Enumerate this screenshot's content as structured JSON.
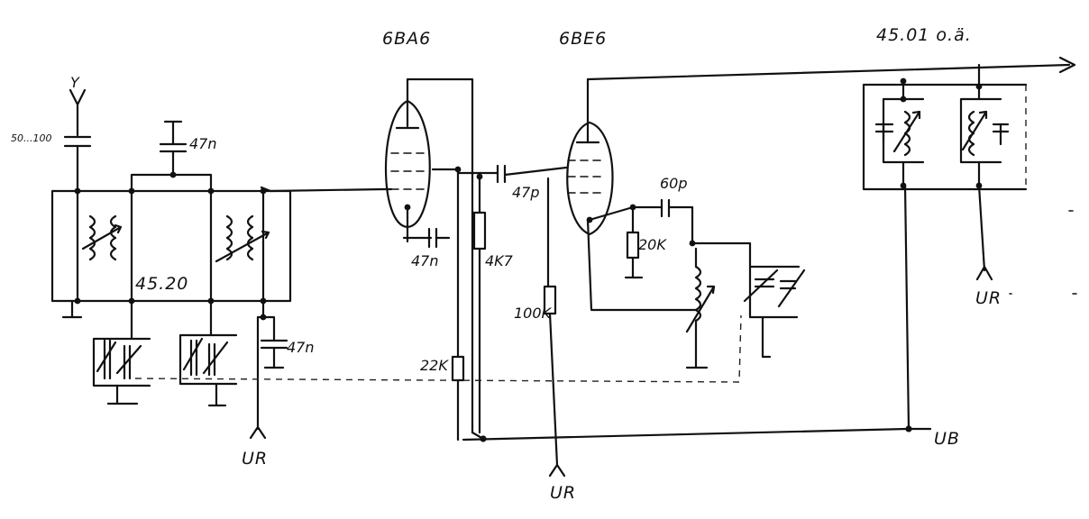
{
  "tubes": {
    "tube1": "6BA6",
    "tube2": "6BE6"
  },
  "filters": {
    "input_filter": "45.20",
    "output_filter": "45.01 o.ä."
  },
  "input": {
    "antenna": "Y",
    "impedance": "50...100"
  },
  "components": {
    "c_top": "47n",
    "c_right": "47n",
    "c_cathode": "47n",
    "c_coupling": "47p",
    "c_osc": "60p",
    "r_plate": "4K7",
    "r_screen": "22K",
    "r_grid": "100K",
    "r_osc": "20K"
  },
  "supply": {
    "ur_left": "UR",
    "ur_mid": "UR",
    "ur_right": "UR",
    "ub": "UB"
  },
  "colors": {
    "ink": "#111111",
    "paper": "#ffffff"
  }
}
